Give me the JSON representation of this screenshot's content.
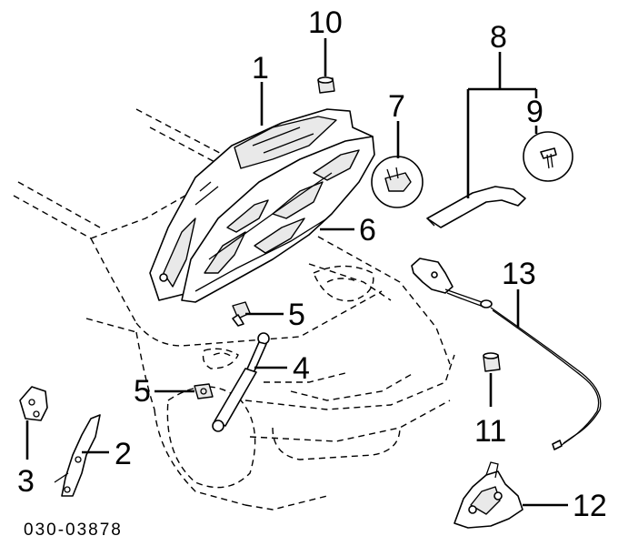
{
  "diagram": {
    "reference_code": "030-03878",
    "callouts": {
      "c1": "1",
      "c2": "2",
      "c3": "3",
      "c4": "4",
      "c5a": "5",
      "c5b": "5",
      "c6": "6",
      "c7": "7",
      "c8": "8",
      "c9": "9",
      "c10": "10",
      "c11": "11",
      "c12": "12",
      "c13": "13"
    }
  }
}
